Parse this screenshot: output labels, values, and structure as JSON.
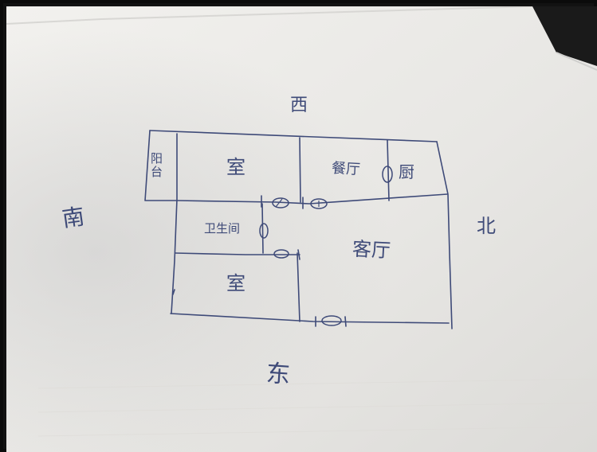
{
  "scene": {
    "description_title": "",
    "paper_color": "#e9e8e5",
    "ink_color": "#3e4a78",
    "shadow_color": "#cfcfcf"
  },
  "compass": {
    "west": "西",
    "south": "南",
    "north": "北",
    "east": "东"
  },
  "rooms": {
    "balcony": "阳台",
    "bedroom_top": "室",
    "dining": "餐厅",
    "kitchen": "厨",
    "bathroom": "卫生间",
    "living": "客厅",
    "bedroom_bottom": "室"
  }
}
